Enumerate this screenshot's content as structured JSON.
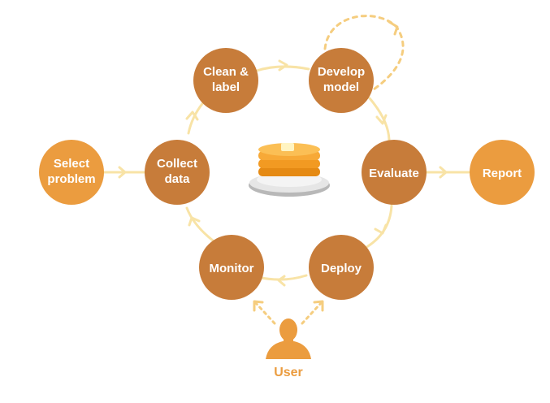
{
  "colors": {
    "process_node": "#c77c3a",
    "endpoint_node": "#eb9c3f",
    "cycle_line": "#f8e3a6",
    "user_link": "#f5cd7f",
    "user": "#eb9c3f"
  },
  "nodes": {
    "select_problem": [
      "Select",
      "problem"
    ],
    "collect_data": [
      "Collect",
      "data"
    ],
    "clean_label": [
      "Clean &",
      "label"
    ],
    "develop_model": [
      "Develop",
      "model"
    ],
    "evaluate": [
      "Evaluate"
    ],
    "report": [
      "Report"
    ],
    "deploy": [
      "Deploy"
    ],
    "monitor": [
      "Monitor"
    ]
  },
  "user": {
    "label": "User",
    "icon": "person-icon"
  },
  "center": {
    "icon": "pancakes-icon"
  }
}
